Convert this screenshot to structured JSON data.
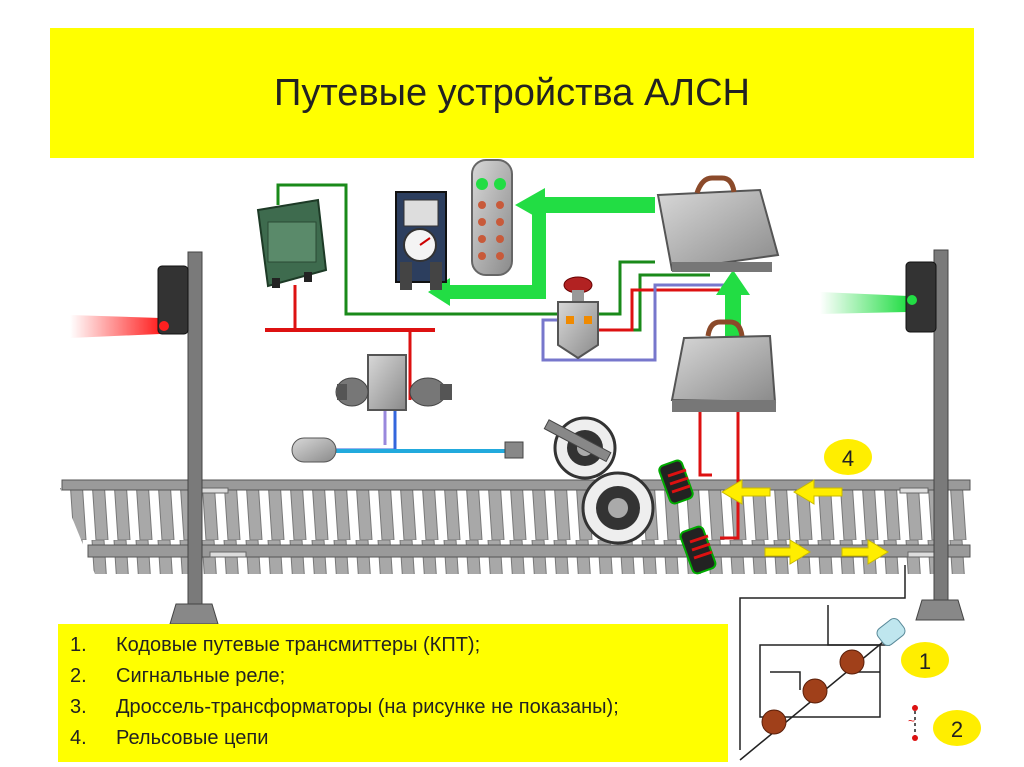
{
  "title": "Путевые устройства АЛСН",
  "legend": [
    {
      "num": "1.",
      "text": "Кодовые путевые трансмиттеры (КПТ);"
    },
    {
      "num": "2.",
      "text": "Сигнальные реле;"
    },
    {
      "num": "3.",
      "text": "Дроссель-трансформаторы (на рисунке не показаны);"
    },
    {
      "num": "4.",
      "text": "Рельсовые цепи"
    }
  ],
  "badges": {
    "rail_circuit": "4",
    "transmitter": "1",
    "relay": "2"
  },
  "colors": {
    "banner": "#ffff00",
    "signal_red": "#ff2020",
    "signal_green": "#22dd44",
    "wire_green": "#1a8a1a",
    "wire_red": "#dd1111",
    "wire_blue": "#3366dd",
    "arrow_yellow": "#ffee00"
  }
}
